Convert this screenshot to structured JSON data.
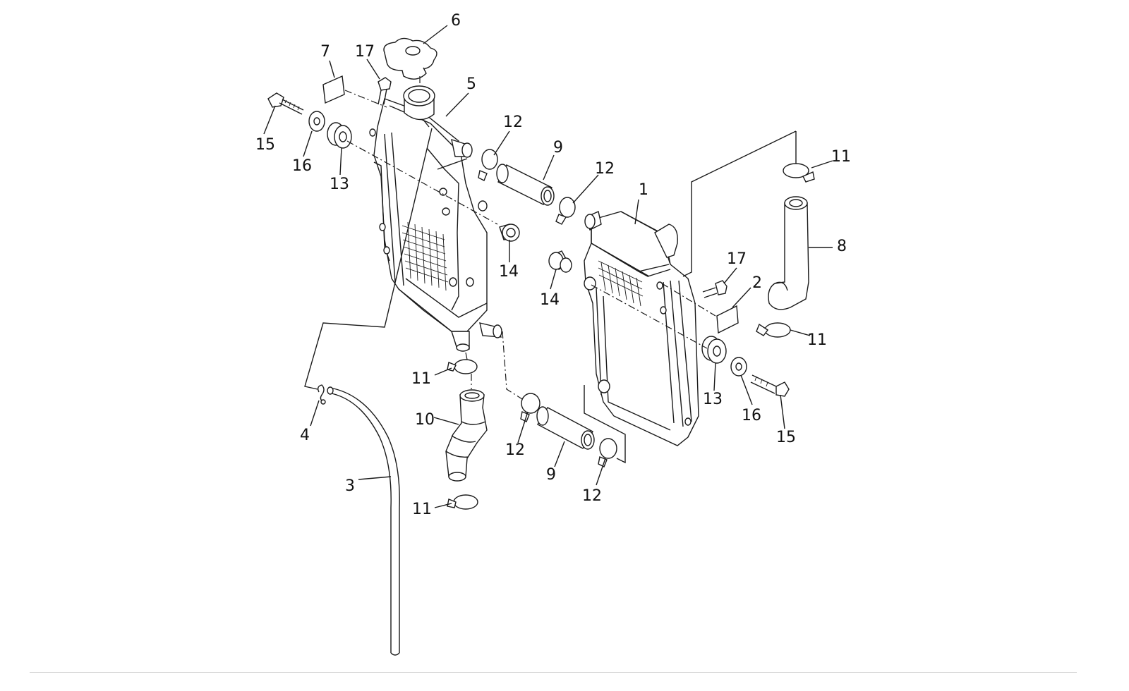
{
  "diagram": {
    "part_labels": [
      {
        "id": "label-1",
        "text": "1"
      },
      {
        "id": "label-2",
        "text": "2"
      },
      {
        "id": "label-3",
        "text": "3"
      },
      {
        "id": "label-4",
        "text": "4"
      },
      {
        "id": "label-5",
        "text": "5"
      },
      {
        "id": "label-6",
        "text": "6"
      },
      {
        "id": "label-7",
        "text": "7"
      },
      {
        "id": "label-8",
        "text": "8"
      },
      {
        "id": "label-9a",
        "text": "9"
      },
      {
        "id": "label-9b",
        "text": "9"
      },
      {
        "id": "label-10",
        "text": "10"
      },
      {
        "id": "label-11a",
        "text": "11"
      },
      {
        "id": "label-11b",
        "text": "11"
      },
      {
        "id": "label-11c",
        "text": "11"
      },
      {
        "id": "label-11d",
        "text": "11"
      },
      {
        "id": "label-12a",
        "text": "12"
      },
      {
        "id": "label-12b",
        "text": "12"
      },
      {
        "id": "label-12c",
        "text": "12"
      },
      {
        "id": "label-12d",
        "text": "12"
      },
      {
        "id": "label-13a",
        "text": "13"
      },
      {
        "id": "label-13b",
        "text": "13"
      },
      {
        "id": "label-14a",
        "text": "14"
      },
      {
        "id": "label-14b",
        "text": "14"
      },
      {
        "id": "label-15a",
        "text": "15"
      },
      {
        "id": "label-15b",
        "text": "15"
      },
      {
        "id": "label-16a",
        "text": "16"
      },
      {
        "id": "label-16b",
        "text": "16"
      },
      {
        "id": "label-17a",
        "text": "17"
      },
      {
        "id": "label-17b",
        "text": "17"
      }
    ]
  }
}
